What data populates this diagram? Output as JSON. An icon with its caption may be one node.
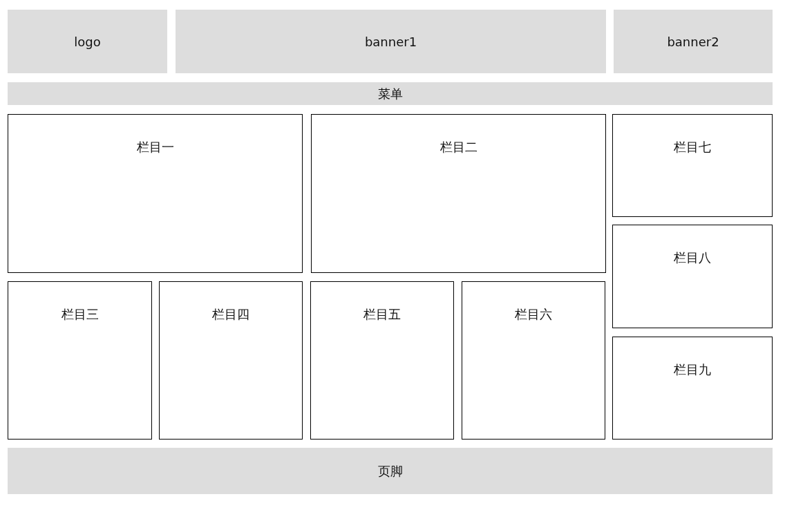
{
  "diagram": {
    "nodes": [
      {
        "text": [
          "logo"
        ]
      },
      {
        "text": [
          "banner1"
        ]
      },
      {
        "text": [
          "banner2"
        ]
      },
      {
        "text": [
          "菜单"
        ]
      },
      {
        "text": [
          "栏目一"
        ]
      },
      {
        "text": [
          "栏目二"
        ]
      },
      {
        "text": [
          "栏目三"
        ]
      },
      {
        "text": [
          "栏目四"
        ]
      },
      {
        "text": [
          "栏目五"
        ]
      },
      {
        "text": [
          "栏目六"
        ]
      },
      {
        "text": [
          "栏目七"
        ]
      },
      {
        "text": [
          "栏目八"
        ]
      },
      {
        "text": [
          "栏目九"
        ]
      },
      {
        "text": [
          "页脚"
        ]
      }
    ]
  }
}
